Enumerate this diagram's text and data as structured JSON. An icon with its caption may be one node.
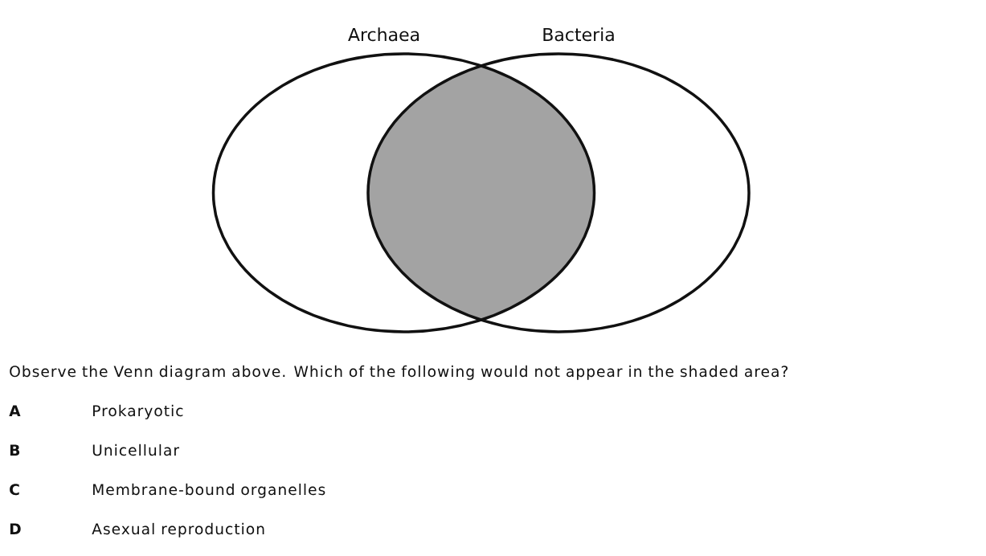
{
  "diagram": {
    "nodes": [
      {
        "text": [
          "Archaea"
        ]
      },
      {
        "text": [
          "Bacteria"
        ]
      },
      {
        "text": [],
        "shape": "lens"
      }
    ],
    "edges": [],
    "labels": [
      "Observe the Venn diagram above. Which of the following would not appear in the shaded area?",
      "A",
      "Prokaryotic",
      "B",
      "Unicellular",
      "C",
      "Membrane-bound organelles",
      "D",
      "Asexual reproduction"
    ]
  }
}
